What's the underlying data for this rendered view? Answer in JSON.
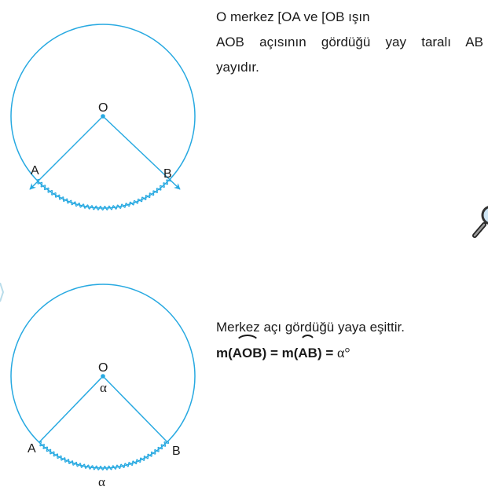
{
  "text_top": {
    "line1": "O merkez [OA ve [OB ışın",
    "line2": "AOB açısının gördüğü yay taralı AB",
    "line3": "yayıdır."
  },
  "text_bottom": {
    "line1": "Merkez açı gördüğü yaya eşittir.",
    "formula_prefix": "m(",
    "formula_angle": "AOB",
    "formula_mid": ") = m(",
    "formula_arc": "AB",
    "formula_close": ") = ",
    "formula_alpha": "α°"
  },
  "diagram_top": {
    "label_o": "O",
    "label_a": "A",
    "label_b": "B"
  },
  "diagram_bottom": {
    "label_o": "O",
    "label_a": "A",
    "label_b": "B",
    "label_alpha_angle": "α",
    "label_alpha_arc": "α"
  },
  "colors": {
    "stroke": "#27a9e1",
    "text": "#1a1a1a"
  },
  "icons": [
    "magnifier-icon"
  ]
}
